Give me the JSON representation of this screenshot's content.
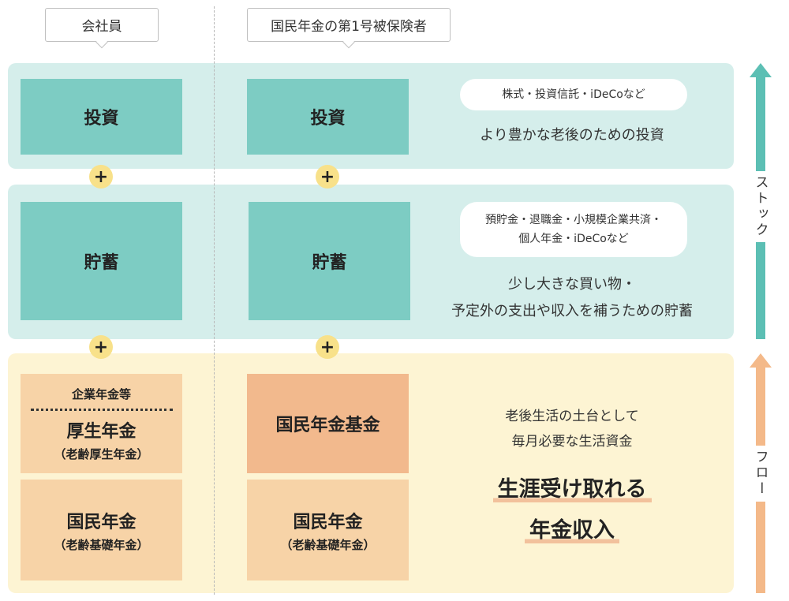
{
  "headers": {
    "employee": "会社員",
    "national_pension": "国民年金の第1号被保険者"
  },
  "stock_band": {
    "investment": {
      "employee_box": "投資",
      "national_box": "投資",
      "examples": "株式・投資信託・iDeCoなど",
      "description": "より豊かな老後のための投資"
    },
    "savings": {
      "employee_box": "貯蓄",
      "national_box": "貯蓄",
      "examples_line1": "預貯金・退職金・小規模企業共済・",
      "examples_line2": "個人年金・iDeCoなど",
      "description_line1": "少し大きな買い物・",
      "description_line2": "予定外の支出や収入を補うための貯蓄"
    }
  },
  "plus_symbol": "+",
  "flow_band": {
    "employee_top": {
      "label_small": "企業年金等",
      "label_main": "厚生年金",
      "label_sub": "（老齢厚生年金）"
    },
    "employee_bottom": {
      "label_main": "国民年金",
      "label_sub": "（老齢基礎年金）"
    },
    "national_top": {
      "label_main": "国民年金基金"
    },
    "national_bottom": {
      "label_main": "国民年金",
      "label_sub": "（老齢基礎年金）"
    },
    "description_line1": "老後生活の土台として",
    "description_line2": "毎月必要な生活資金",
    "highlight_line1": "生涯受け取れる",
    "highlight_line2": "年金収入"
  },
  "side_arrows": {
    "stock_label": "ストック",
    "flow_label": "フロー"
  },
  "colors": {
    "stock_band": "#d5eeeb",
    "teal_box": "#7dccc3",
    "flow_band": "#fdf4d3",
    "peach_box": "#f7d3a7",
    "peach_box_dark": "#f2b98d",
    "plus_circle": "#f8e18a",
    "teal_arrow": "#5cbfb4",
    "peach_arrow": "#f4b989"
  }
}
